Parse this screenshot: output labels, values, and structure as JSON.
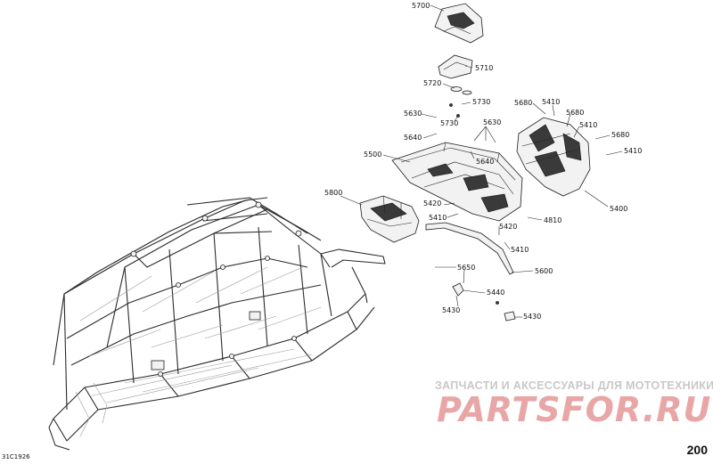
{
  "diagram": {
    "page_number": "200",
    "diagram_code": "31C1926"
  },
  "watermark": {
    "line1": "ЗАПЧАСТИ И АКСЕССУАРЫ ДЛЯ МОТОТЕХНИКИ",
    "logo": "PARTSFOR.RU",
    "logo_color": "#e8a6a6",
    "text_color": "#c8c8c8"
  },
  "callouts": [
    {
      "id": "c5700a",
      "text": "5700"
    },
    {
      "id": "c5710",
      "text": "5710"
    },
    {
      "id": "c5720",
      "text": "5720"
    },
    {
      "id": "c5730a",
      "text": "5730"
    },
    {
      "id": "c5630a",
      "text": "5630"
    },
    {
      "id": "c5730b",
      "text": "5730"
    },
    {
      "id": "c5640a",
      "text": "5640"
    },
    {
      "id": "c5630b",
      "text": "5630"
    },
    {
      "id": "c5640b",
      "text": "5640"
    },
    {
      "id": "c5500",
      "text": "5500"
    },
    {
      "id": "c5680a",
      "text": "5680"
    },
    {
      "id": "c5410a",
      "text": "5410"
    },
    {
      "id": "c5680b",
      "text": "5680"
    },
    {
      "id": "c5410b",
      "text": "5410"
    },
    {
      "id": "c5680c",
      "text": "5680"
    },
    {
      "id": "c5410c",
      "text": "5410"
    },
    {
      "id": "c5800",
      "text": "5800"
    },
    {
      "id": "c5420a",
      "text": "5420"
    },
    {
      "id": "c5410d",
      "text": "5410"
    },
    {
      "id": "c5400",
      "text": "5400"
    },
    {
      "id": "c4810",
      "text": "4810"
    },
    {
      "id": "c5420b",
      "text": "5420"
    },
    {
      "id": "c5410e",
      "text": "5410"
    },
    {
      "id": "c5650",
      "text": "5650"
    },
    {
      "id": "c5600",
      "text": "5600"
    },
    {
      "id": "c5440",
      "text": "5440"
    },
    {
      "id": "c5430a",
      "text": "5430"
    },
    {
      "id": "c5430b",
      "text": "5430"
    }
  ]
}
